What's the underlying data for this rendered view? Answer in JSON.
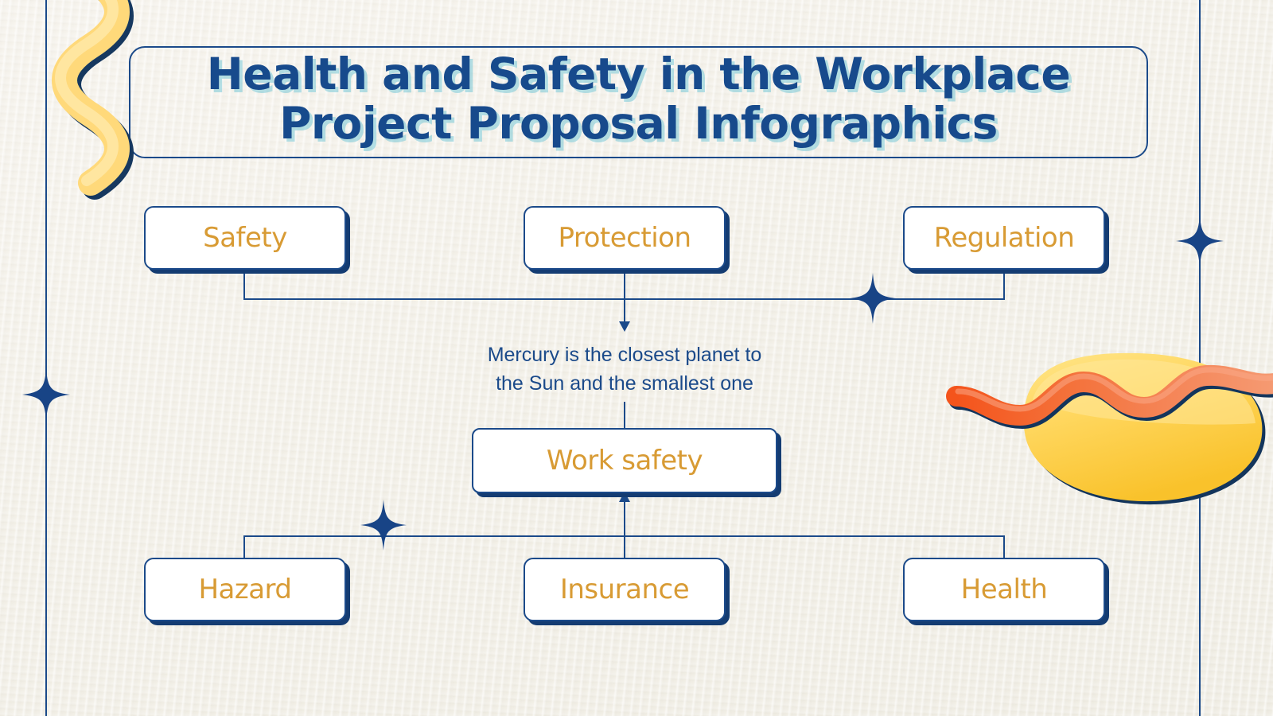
{
  "slide": {
    "background_color": "#f3f0e7",
    "accent_navy": "#1b4a8a",
    "accent_gold": "#d89b34",
    "accent_yellow": "#ffd35c",
    "accent_orange": "#f4713a",
    "title_shadow_color": "#78c8d7"
  },
  "title": {
    "text": "Health and Safety in the Workplace\nProject Proposal Infographics"
  },
  "diagram": {
    "top_nodes": [
      {
        "label": "Safety"
      },
      {
        "label": "Protection"
      },
      {
        "label": "Regulation"
      }
    ],
    "center_paragraph": "Mercury is the closest planet to\nthe Sun and the smallest one",
    "center_node": {
      "label": "Work safety"
    },
    "bottom_nodes": [
      {
        "label": "Hazard"
      },
      {
        "label": "Insurance"
      },
      {
        "label": "Health"
      }
    ]
  },
  "decorations": {
    "sparkles": [
      {
        "name": "sparkle-left-frame"
      },
      {
        "name": "sparkle-right-frame"
      },
      {
        "name": "sparkle-top-connector"
      },
      {
        "name": "sparkle-bottom-connector"
      }
    ],
    "squiggle_top_left": "yellow-squiggle",
    "blob_right": "yellow-blob",
    "wave_right": "orange-wave"
  }
}
